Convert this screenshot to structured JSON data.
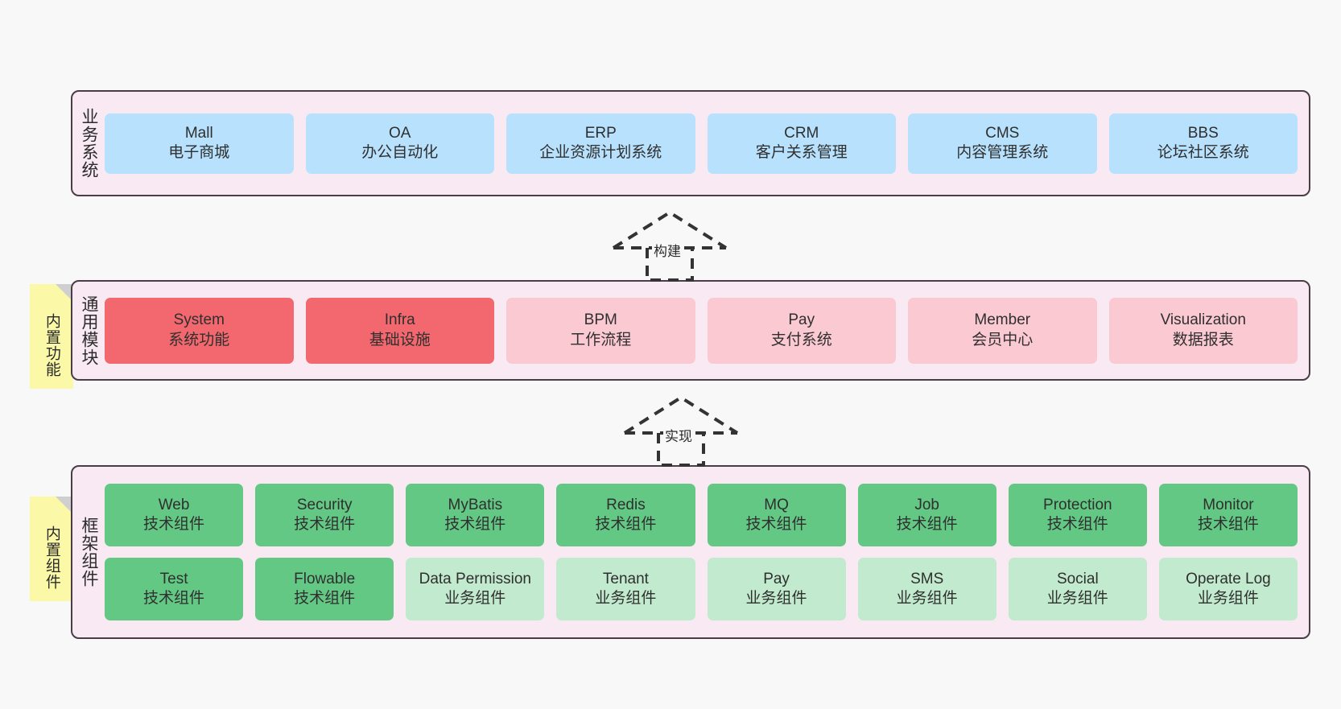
{
  "diagram": {
    "background_color": "#f8f8f9",
    "band_fill": "#f8e9f3",
    "band_border": "#4a3e46",
    "note_fill": "#fbf8a8"
  },
  "layers": [
    {
      "id": "business-system",
      "label": "业务系统",
      "note": null,
      "card_color": "#b7e1fc",
      "rows": [
        [
          {
            "title": "Mall",
            "subtitle": "电子商城",
            "color": "#b7e1fc"
          },
          {
            "title": "OA",
            "subtitle": "办公自动化",
            "color": "#b7e1fc"
          },
          {
            "title": "ERP",
            "subtitle": "企业资源计划系统",
            "color": "#b7e1fc"
          },
          {
            "title": "CRM",
            "subtitle": "客户关系管理",
            "color": "#b7e1fc"
          },
          {
            "title": "CMS",
            "subtitle": "内容管理系统",
            "color": "#b7e1fc"
          },
          {
            "title": "BBS",
            "subtitle": "论坛社区系统",
            "color": "#b7e1fc"
          }
        ]
      ]
    },
    {
      "id": "common-module",
      "label": "通用模块",
      "note": "内置功能",
      "rows": [
        [
          {
            "title": "System",
            "subtitle": "系统功能",
            "color": "#f2686e"
          },
          {
            "title": "Infra",
            "subtitle": "基础设施",
            "color": "#f2686e"
          },
          {
            "title": "BPM",
            "subtitle": "工作流程",
            "color": "#fbc9d2"
          },
          {
            "title": "Pay",
            "subtitle": "支付系统",
            "color": "#fbc9d2"
          },
          {
            "title": "Member",
            "subtitle": "会员中心",
            "color": "#fbc9d2"
          },
          {
            "title": "Visualization",
            "subtitle": "数据报表",
            "color": "#fbc9d2"
          }
        ]
      ]
    },
    {
      "id": "framework-component",
      "label": "框架组件",
      "note": "内置组件",
      "rows": [
        [
          {
            "title": "Web",
            "subtitle": "技术组件",
            "color": "#63c884"
          },
          {
            "title": "Security",
            "subtitle": "技术组件",
            "color": "#63c884"
          },
          {
            "title": "MyBatis",
            "subtitle": "技术组件",
            "color": "#63c884"
          },
          {
            "title": "Redis",
            "subtitle": "技术组件",
            "color": "#63c884"
          },
          {
            "title": "MQ",
            "subtitle": "技术组件",
            "color": "#63c884"
          },
          {
            "title": "Job",
            "subtitle": "技术组件",
            "color": "#63c884"
          },
          {
            "title": "Protection",
            "subtitle": "技术组件",
            "color": "#63c884"
          },
          {
            "title": "Monitor",
            "subtitle": "技术组件",
            "color": "#63c884"
          }
        ],
        [
          {
            "title": "Test",
            "subtitle": "技术组件",
            "color": "#63c884"
          },
          {
            "title": "Flowable",
            "subtitle": "技术组件",
            "color": "#63c884"
          },
          {
            "title": "Data Permission",
            "subtitle": "业务组件",
            "color": "#c2eace",
            "wrap": true
          },
          {
            "title": "Tenant",
            "subtitle": "业务组件",
            "color": "#c2eace"
          },
          {
            "title": "Pay",
            "subtitle": "业务组件",
            "color": "#c2eace"
          },
          {
            "title": "SMS",
            "subtitle": "业务组件",
            "color": "#c2eace"
          },
          {
            "title": "Social",
            "subtitle": "业务组件",
            "color": "#c2eace"
          },
          {
            "title": "Operate Log",
            "subtitle": "业务组件",
            "color": "#c2eace"
          }
        ]
      ]
    }
  ],
  "connectors": [
    {
      "id": "build",
      "label": "构建",
      "from": "common-module",
      "to": "business-system"
    },
    {
      "id": "implement",
      "label": "实现",
      "from": "framework-component",
      "to": "common-module"
    }
  ]
}
